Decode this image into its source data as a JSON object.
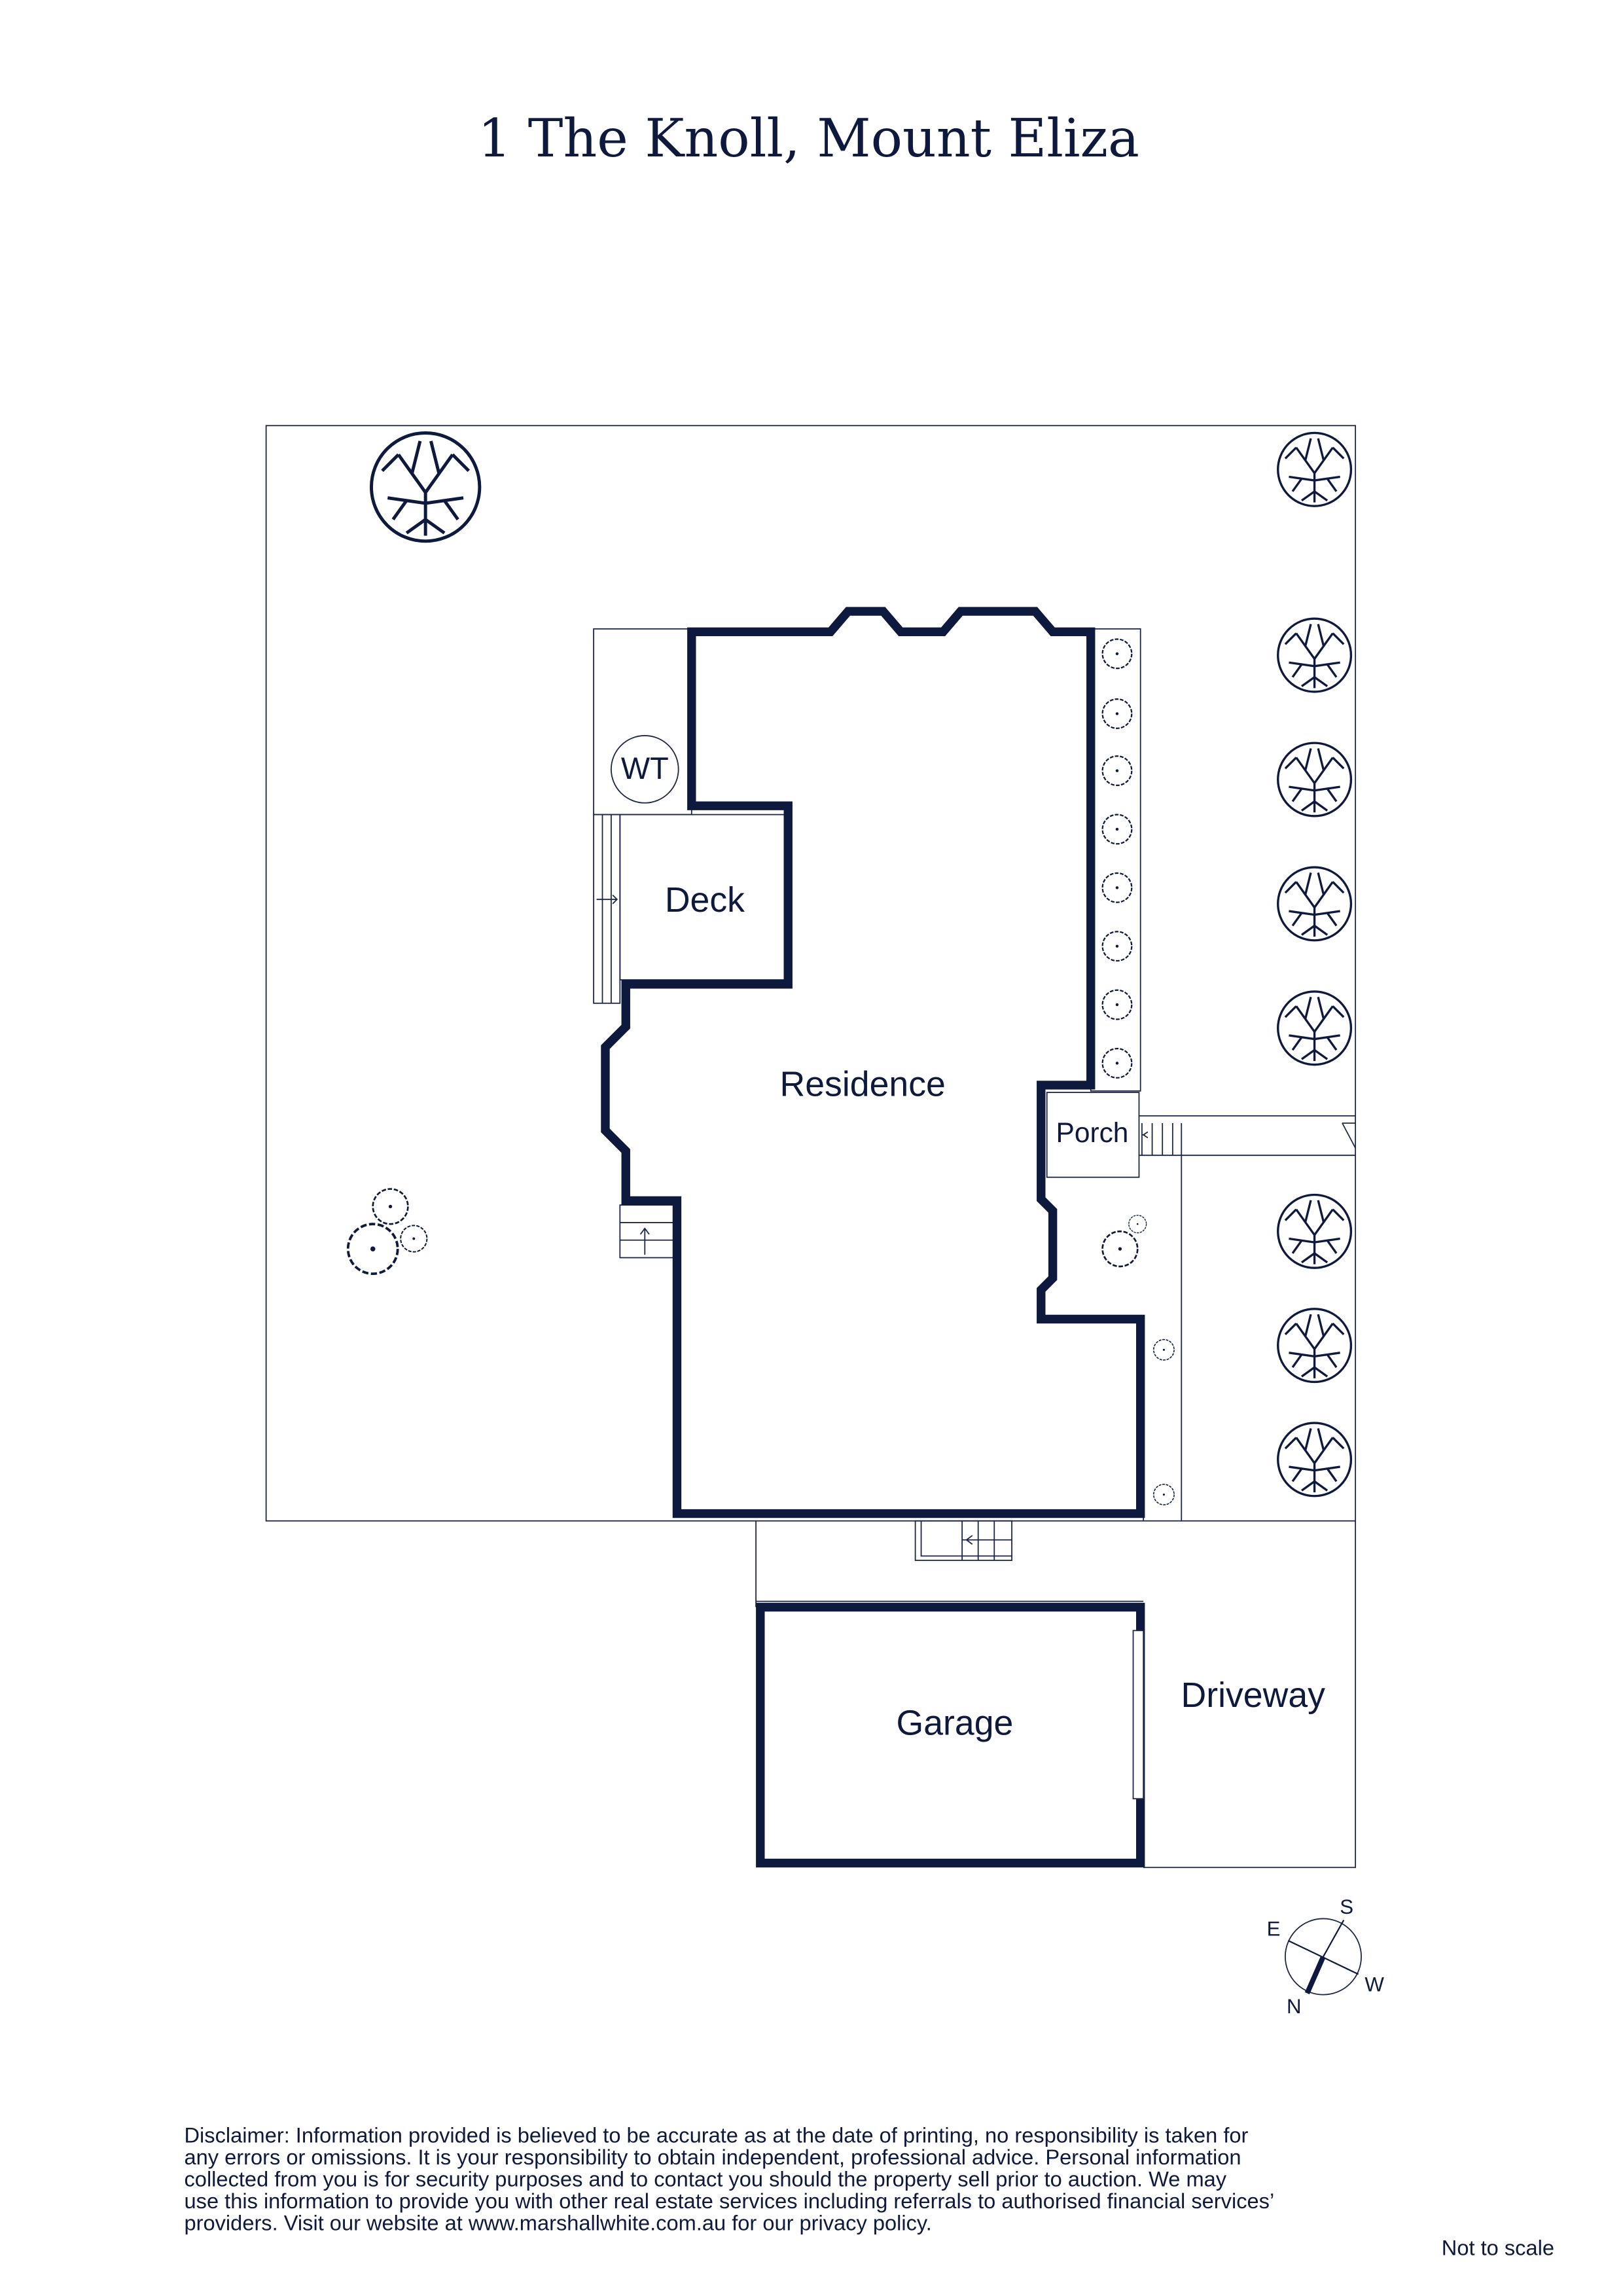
{
  "title": "1 The Knoll, Mount Eliza",
  "rooms": {
    "residence": "Residence",
    "deck": "Deck",
    "porch": "Porch",
    "garage": "Garage",
    "driveway": "Driveway",
    "water_tank": "WT"
  },
  "compass": {
    "north": "N",
    "south": "S",
    "east": "E",
    "west": "W"
  },
  "disclaimer": [
    "Disclaimer: Information provided is believed to be accurate as at the date of printing, no responsibility is taken for",
    "any errors or omissions. It is your responsibility to obtain independent, professional advice. Personal information",
    "collected from you is for security purposes and to contact you should the property sell prior to auction. We may",
    "use this information to provide you with other real estate services including referrals to authorised financial services’",
    "providers. Visit our website at www.marshallwhite.com.au for our privacy policy."
  ],
  "scale_note": "Not to scale",
  "colors": {
    "ink": "#0e1a3d"
  }
}
